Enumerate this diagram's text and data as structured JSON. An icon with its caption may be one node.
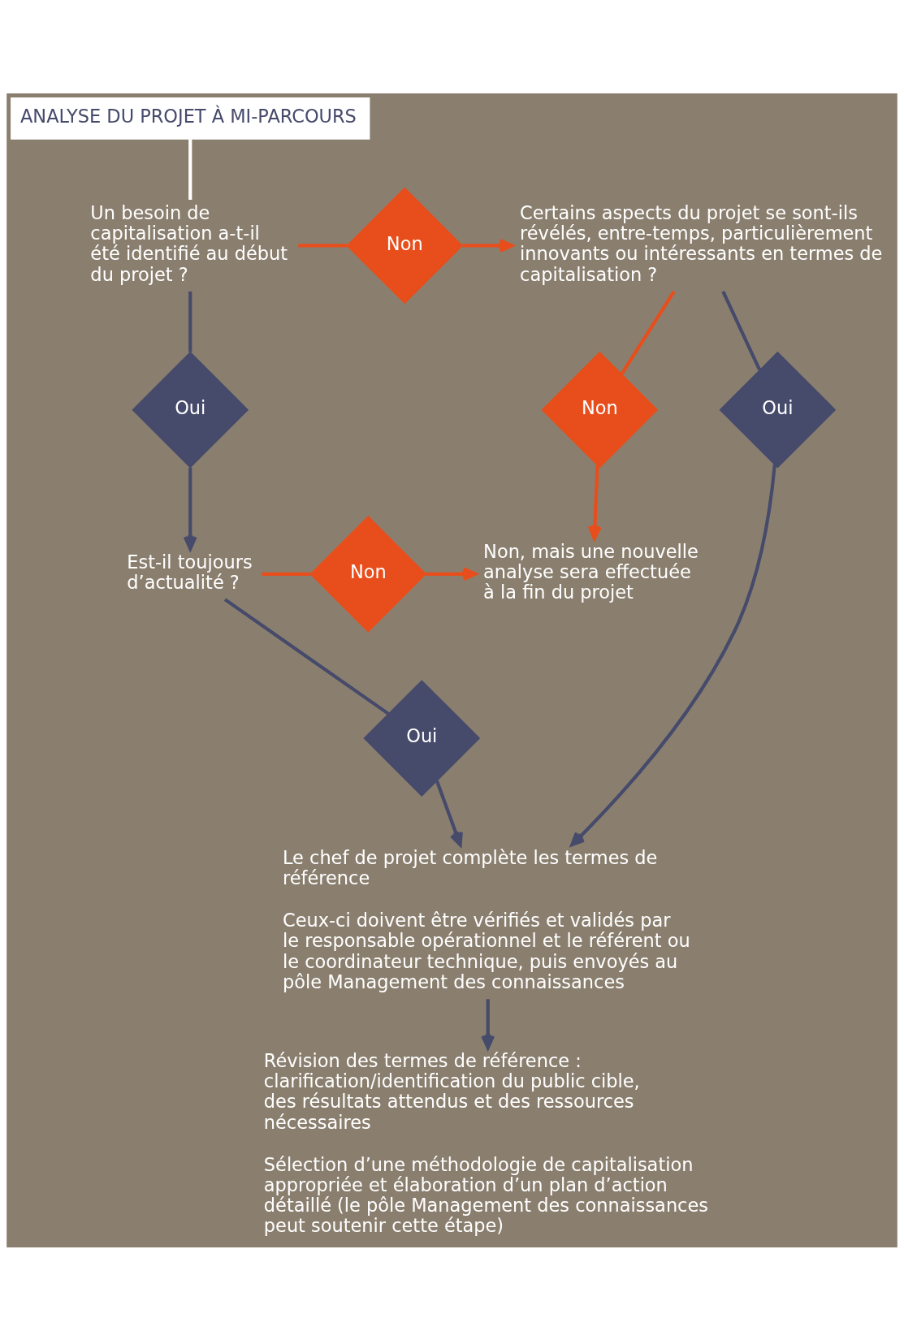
{
  "diagram": {
    "nodes": [
      {
        "text": [
          "ANALYSE DU PROJET À MI-PARCOURS"
        ]
      },
      {
        "text": [
          "Un besoin de capitalisation a-t-il été identifié au début du projet ?"
        ]
      },
      {
        "text": [
          "Non"
        ]
      },
      {
        "text": [
          "Certains aspects du projet se sont-ils révélés, entre-temps, particulièrement innovants ou intéressants en termes de capitalisation ?"
        ]
      },
      {
        "text": [
          "Non"
        ]
      },
      {
        "text": [
          "Oui"
        ]
      },
      {
        "text": [
          "Oui"
        ]
      },
      {
        "text": [
          "Est-il toujours d’actualité ?"
        ]
      },
      {
        "text": [
          "Non"
        ]
      },
      {
        "text": [
          "Non, mais une nouvelle analyse sera effectuée à la fin du projet"
        ]
      },
      {
        "text": [
          "Oui"
        ]
      },
      {
        "text": [
          "Le chef de projet complète les termes de référence",
          "Ceux-ci doivent être vérifiés et validés par le responsable opérationnel et le référent ou le coordinateur technique, puis envoyés au pôle Management des connaissances"
        ]
      },
      {
        "text": [
          "Révision des termes de référence : clarification/identification du public cible, des résultats attendus et des ressources nécessaires",
          "Sélection d’une méthodologie de capitalisation appropriée et élaboration d’un plan d’action détaillé (le pôle Management des connaissances peut soutenir cette étape)"
        ]
      }
    ],
    "edges": [
      {
        "from": 0,
        "to": 1,
        "arrow": "none",
        "color": "#ffffff"
      },
      {
        "from": 1,
        "to": 2,
        "arrow": "none",
        "color": "#e84e1b"
      },
      {
        "from": 2,
        "to": 3,
        "arrow": "to",
        "color": "#e84e1b"
      },
      {
        "from": 3,
        "to": 4,
        "arrow": "none",
        "color": "#e84e1b"
      },
      {
        "from": 4,
        "to": 9,
        "arrow": "to",
        "color": "#e84e1b"
      },
      {
        "from": 3,
        "to": 5,
        "arrow": "none"
      },
      {
        "from": 5,
        "to": 11,
        "arrow": "to"
      },
      {
        "from": 1,
        "to": 6,
        "arrow": "none"
      },
      {
        "from": 6,
        "to": 7,
        "arrow": "to"
      },
      {
        "from": 7,
        "to": 8,
        "arrow": "none",
        "color": "#e84e1b"
      },
      {
        "from": 8,
        "to": 9,
        "arrow": "to",
        "color": "#e84e1b"
      },
      {
        "from": 7,
        "to": 10,
        "arrow": "none"
      },
      {
        "from": 10,
        "to": 11,
        "arrow": "to"
      },
      {
        "from": 11,
        "to": 12,
        "arrow": "to"
      }
    ]
  }
}
